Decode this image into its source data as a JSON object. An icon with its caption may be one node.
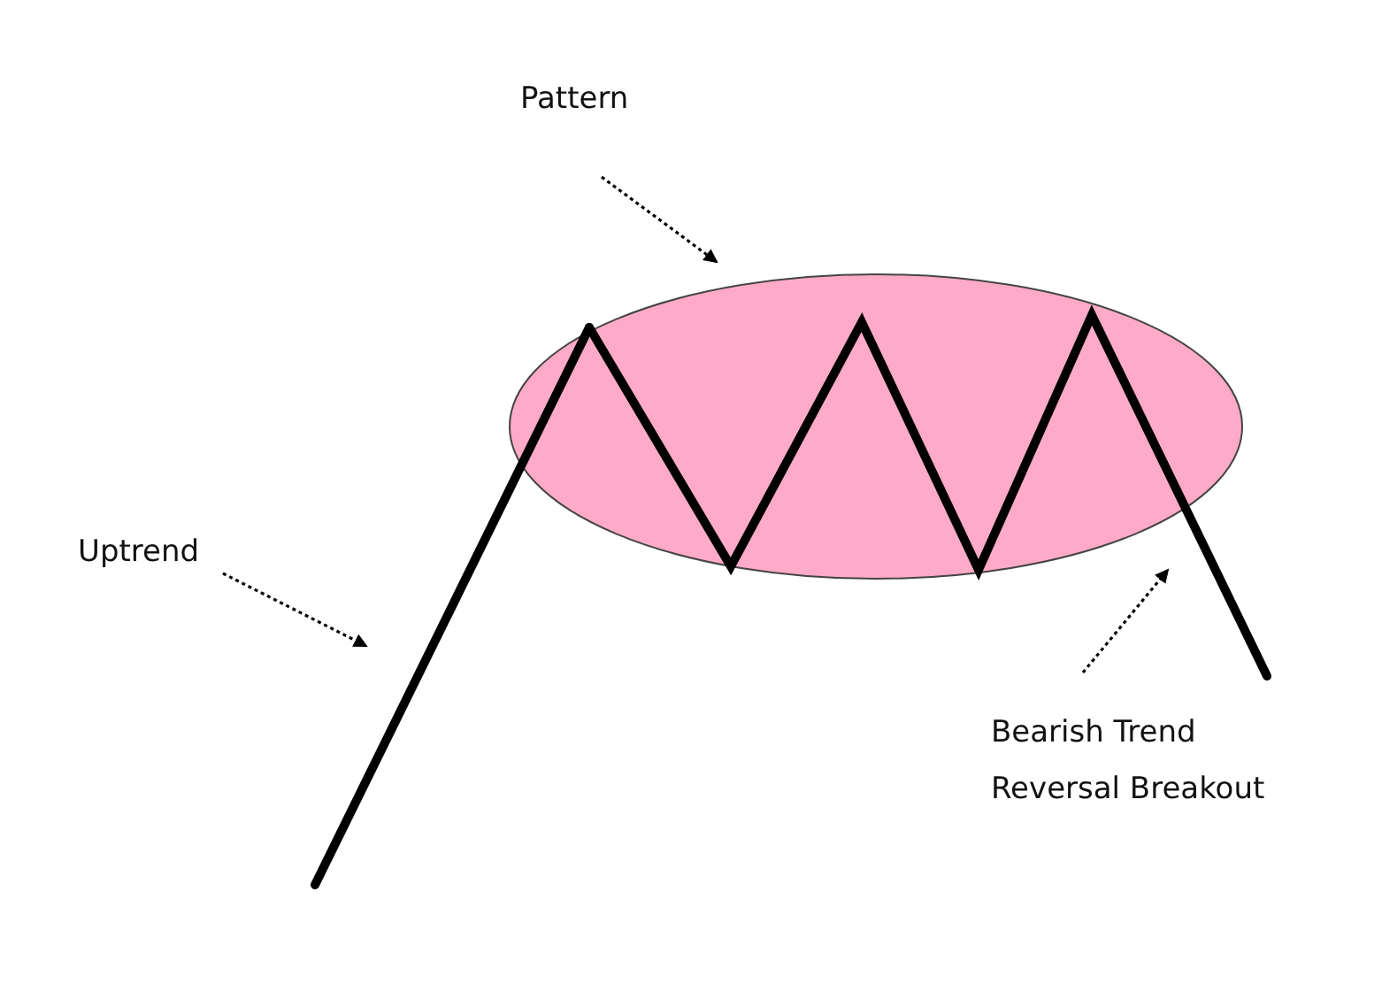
{
  "diagram": {
    "nodes": [
      {
        "text": [
          "Pattern"
        ]
      },
      {
        "text": [],
        "shape": "ellipse"
      },
      {
        "text": [
          "Uptrend"
        ]
      },
      {
        "text": [],
        "shape": "line"
      },
      {
        "text": [
          "Bearish Trend Reversal Breakout"
        ]
      }
    ],
    "edges": [
      {
        "from": 0,
        "to": 1,
        "arrow": "to",
        "style": "dashed"
      },
      {
        "from": 2,
        "to": 3,
        "arrow": "to",
        "style": "dashed"
      },
      {
        "from": 4,
        "to": 1,
        "arrow": "to",
        "style": "dashed"
      }
    ]
  }
}
